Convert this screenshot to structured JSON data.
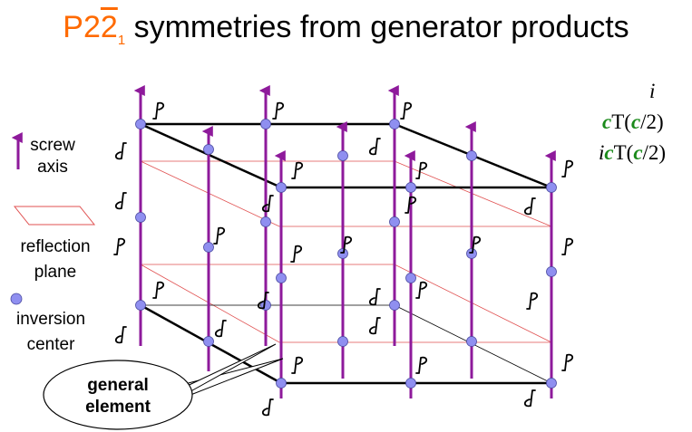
{
  "title": {
    "group_prefix": "P2",
    "group_bar": "2",
    "group_sub": "1",
    "text": " symmetries from generator products"
  },
  "operations": {
    "op1": "i",
    "op2": {
      "c1": "c",
      "mid": "T(",
      "c2": "c",
      "end": "/2)"
    },
    "op3": {
      "i": "i",
      "c1": "c",
      "mid": "T(",
      "c2": "c",
      "end": "/2)"
    }
  },
  "legend": {
    "screw_line1": "screw",
    "screw_line2": "axis",
    "reflection_line1": "reflection",
    "reflection_line2": "plane",
    "inversion_line1": "inversion",
    "inversion_line2": "center"
  },
  "bubble": {
    "line1": "general",
    "line2": "element"
  },
  "colors": {
    "title_symbol": "#ff6a00",
    "screw_axis": "#8e1a9b",
    "inversion_center": "#8f8ff0",
    "reflection_plane": "#e05050",
    "operator_c": "#1a8a1a"
  }
}
